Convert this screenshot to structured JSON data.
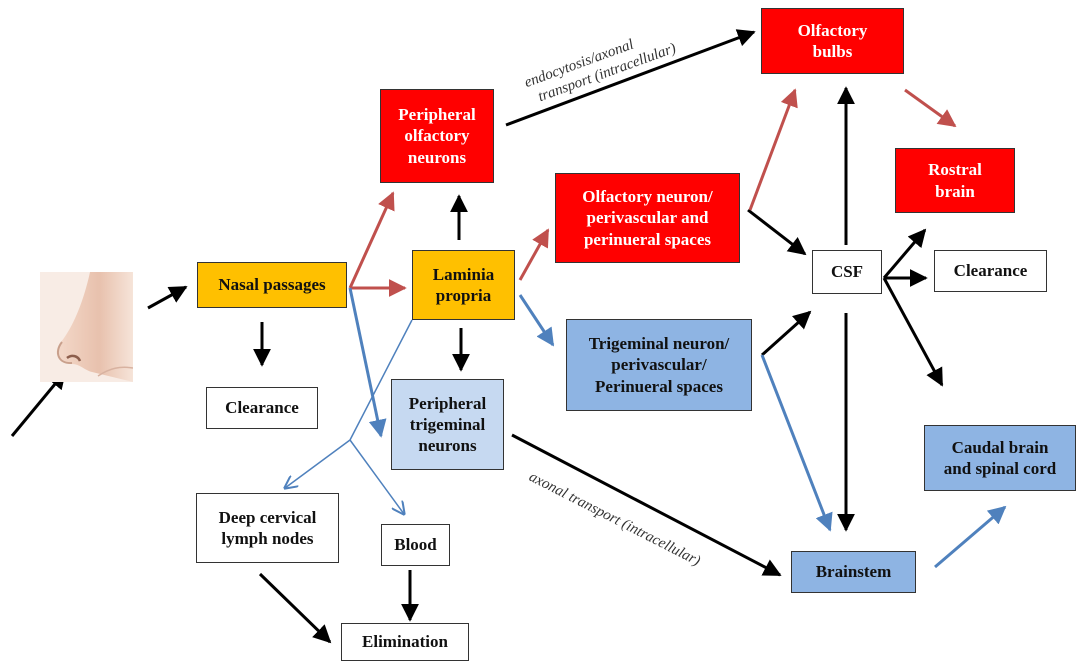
{
  "nodes": {
    "nasal_passages": "Nasal passages",
    "clearance_nasal": "Clearance",
    "lamina_propria": [
      "Laminia",
      "propria"
    ],
    "peripheral_olfactory": [
      "Peripheral",
      "olfactory",
      "neurons"
    ],
    "peripheral_trigeminal": [
      "Peripheral",
      "trigeminal",
      "neurons"
    ],
    "olfactory_perivascular": [
      "Olfactory neuron/",
      "perivascular and",
      "perinueral spaces"
    ],
    "trigeminal_perivascular": [
      "Trigeminal neuron/",
      "perivascular/",
      "Perinueral spaces"
    ],
    "olfactory_bulbs": [
      "Olfactory",
      "bulbs"
    ],
    "rostral_brain": [
      "Rostral",
      "brain"
    ],
    "csf": "CSF",
    "clearance_csf": "Clearance",
    "caudal_brain": [
      "Caudal brain",
      "and spinal cord"
    ],
    "brainstem": "Brainstem",
    "deep_cervical": [
      "Deep cervical",
      "lymph nodes"
    ],
    "blood": "Blood",
    "elimination": "Elimination"
  },
  "labels": {
    "olfactory_transport": [
      "endocytosis/axonal",
      "transport (intracellular)"
    ],
    "trigeminal_transport": "axonal transport (intracellular)"
  },
  "icons": {
    "nose": "nose-icon"
  },
  "colors": {
    "red_box": "#ff0000",
    "yellow_box": "#ffc000",
    "blue_box": "#8eb4e3",
    "light_blue_box": "#c6d9f1",
    "red_arrow": "#c0504d",
    "blue_arrow": "#4f81bd",
    "black_arrow": "#000000"
  }
}
